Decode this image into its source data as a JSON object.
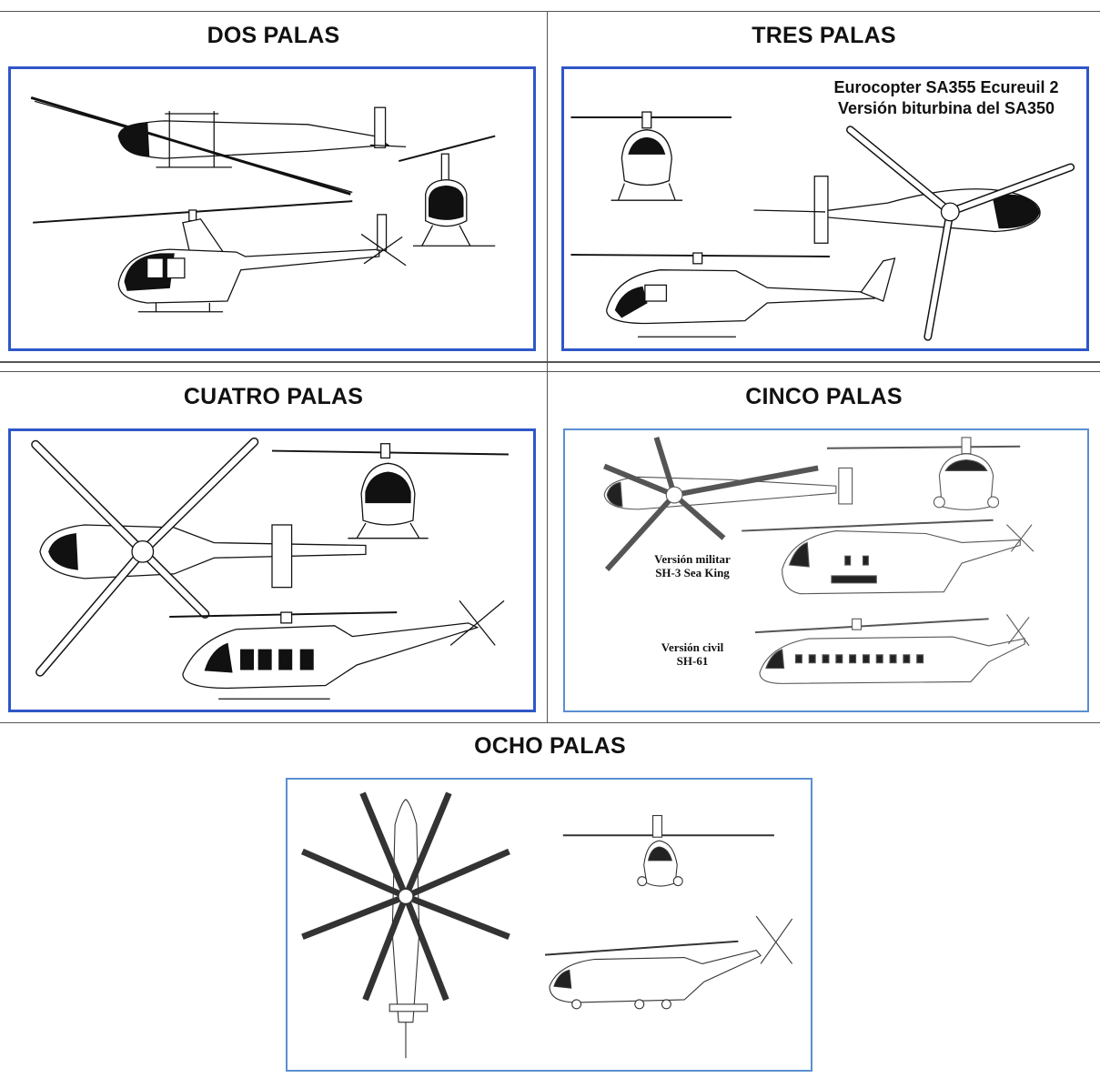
{
  "panels": {
    "dos": {
      "title": "DOS PALAS"
    },
    "tres": {
      "title": "TRES PALAS",
      "caption_line1": "Eurocopter SA355 Ecureuil 2",
      "caption_line2": "Versión biturbina del SA350"
    },
    "cuatro": {
      "title": "CUATRO PALAS"
    },
    "cinco": {
      "title": "CINCO PALAS",
      "military_line1": "Versión militar",
      "military_line2": "SH-3 Sea King",
      "civil_line1": "Versión civil",
      "civil_line2": "SH-61"
    },
    "ocho": {
      "title": "OCHO PALAS"
    }
  },
  "colors": {
    "frame": "#2f57c8",
    "frame_light": "#5a8fd0",
    "grid": "#555555",
    "ink": "#111111"
  }
}
